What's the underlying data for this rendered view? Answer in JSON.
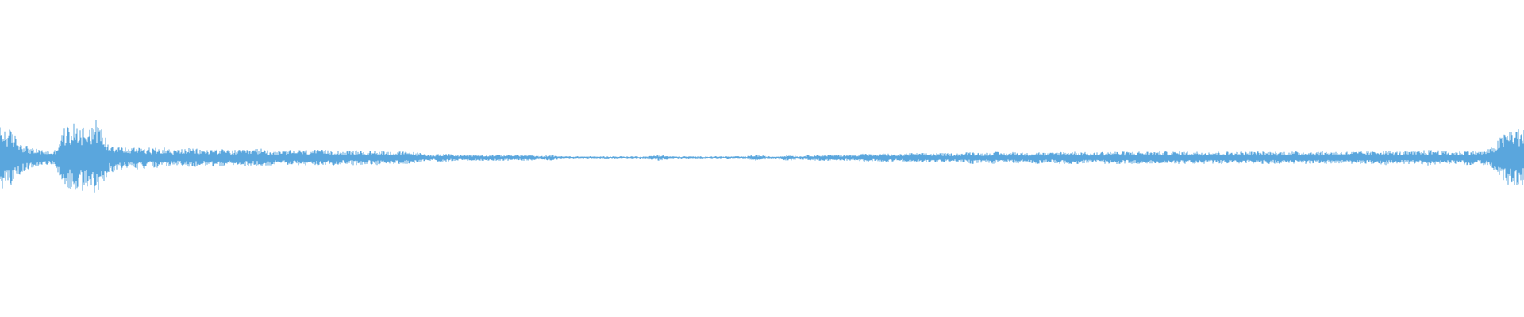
{
  "waveform": {
    "color": "#5aa6dd",
    "background": "#ffffff",
    "envelope": [
      0.2,
      0.18,
      0.1,
      0.06,
      0.05,
      0.04,
      0.2,
      0.22,
      0.21,
      0.25,
      0.1,
      0.08,
      0.06,
      0.08,
      0.06,
      0.07,
      0.05,
      0.06,
      0.06,
      0.05,
      0.06,
      0.05,
      0.05,
      0.05,
      0.06,
      0.05,
      0.04,
      0.05,
      0.05,
      0.05,
      0.05,
      0.05,
      0.04,
      0.05,
      0.04,
      0.05,
      0.04,
      0.04,
      0.04,
      0.03,
      0.02,
      0.03,
      0.02,
      0.02,
      0.02,
      0.02,
      0.02,
      0.02,
      0.02,
      0.02,
      0.01,
      0.02,
      0.01,
      0.01,
      0.01,
      0.01,
      0.01,
      0.01,
      0.01,
      0.01,
      0.01,
      0.02,
      0.01,
      0.01,
      0.01,
      0.01,
      0.01,
      0.01,
      0.01,
      0.01,
      0.02,
      0.01,
      0.01,
      0.02,
      0.01,
      0.02,
      0.02,
      0.02,
      0.02,
      0.02,
      0.03,
      0.02,
      0.03,
      0.02,
      0.03,
      0.03,
      0.03,
      0.03,
      0.03,
      0.03,
      0.04,
      0.03,
      0.04,
      0.03,
      0.04,
      0.03,
      0.04,
      0.03,
      0.04,
      0.04,
      0.04,
      0.03,
      0.04,
      0.04,
      0.04,
      0.04,
      0.04,
      0.04,
      0.04,
      0.04,
      0.04,
      0.04,
      0.04,
      0.04,
      0.04,
      0.04,
      0.04,
      0.04,
      0.04,
      0.04,
      0.04,
      0.04,
      0.04,
      0.04,
      0.04,
      0.04,
      0.04,
      0.04,
      0.05,
      0.04,
      0.04,
      0.04,
      0.05,
      0.05,
      0.04,
      0.04,
      0.05,
      0.04,
      0.06,
      0.14,
      0.2,
      0.18
    ]
  }
}
